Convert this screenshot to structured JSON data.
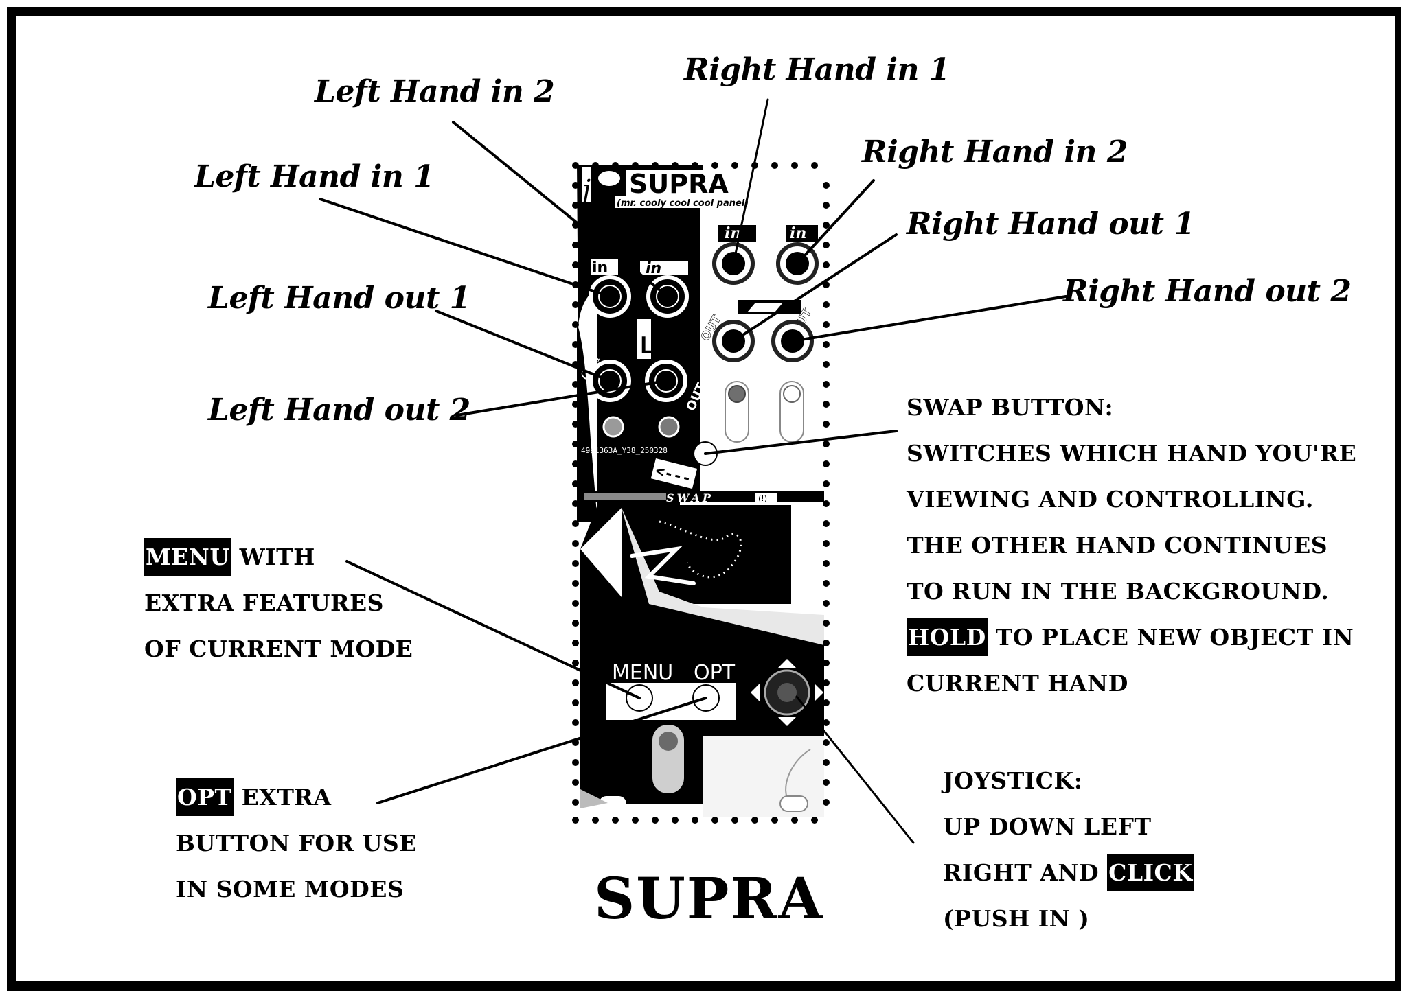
{
  "diagram": {
    "title": "SUPRA",
    "module": {
      "name": "SUPRA",
      "subtitle": "(mr. cooly cool cool panel)",
      "serial": "4991363A_Y38_250328",
      "swap_label": "SWAP",
      "swap_symbol": "(!)",
      "menu_label": "MENU",
      "opt_label": "OPT",
      "left_section_marker": "L",
      "left_in_jack_labels": [
        "in",
        "in"
      ],
      "left_out_jack_labels": [
        "OUT",
        "OUT"
      ],
      "right_in_jack_labels": [
        "in",
        "in"
      ],
      "right_out_jack_labels": [
        "OUT",
        "OUT"
      ],
      "arrow_glyph": "<---"
    },
    "jack_labels": {
      "left_in_1": "Left Hand in 1",
      "left_in_2": "Left Hand in 2",
      "left_out_1": "Left Hand out 1",
      "left_out_2": "Left Hand out 2",
      "right_in_1": "Right Hand in 1",
      "right_in_2": "Right Hand in 2",
      "right_out_1": "Right Hand out 1",
      "right_out_2": "Right Hand out 2"
    },
    "swap_note": {
      "heading": "SWAP BUTTON:",
      "lines": [
        "SWITCHES WHICH HAND YOU'RE",
        "VIEWING AND CONTROLLING.",
        "THE OTHER HAND CONTINUES",
        "TO RUN IN THE BACKGROUND."
      ],
      "hold_highlight": "HOLD",
      "hold_rest": " TO PLACE NEW OBJECT IN",
      "last_line": "CURRENT HAND"
    },
    "menu_note": {
      "highlight": "MENU",
      "rest": " WITH",
      "lines": [
        "EXTRA FEATURES",
        "OF CURRENT MODE"
      ]
    },
    "opt_note": {
      "highlight": "OPT",
      "rest": " EXTRA",
      "lines": [
        "BUTTON FOR USE",
        "IN SOME MODES"
      ]
    },
    "joystick_note": {
      "heading": "JOYSTICK:",
      "line1": "UP DOWN LEFT",
      "line2_prefix": "RIGHT AND ",
      "click_highlight": "CLICK",
      "line3": "(PUSH IN )"
    }
  }
}
